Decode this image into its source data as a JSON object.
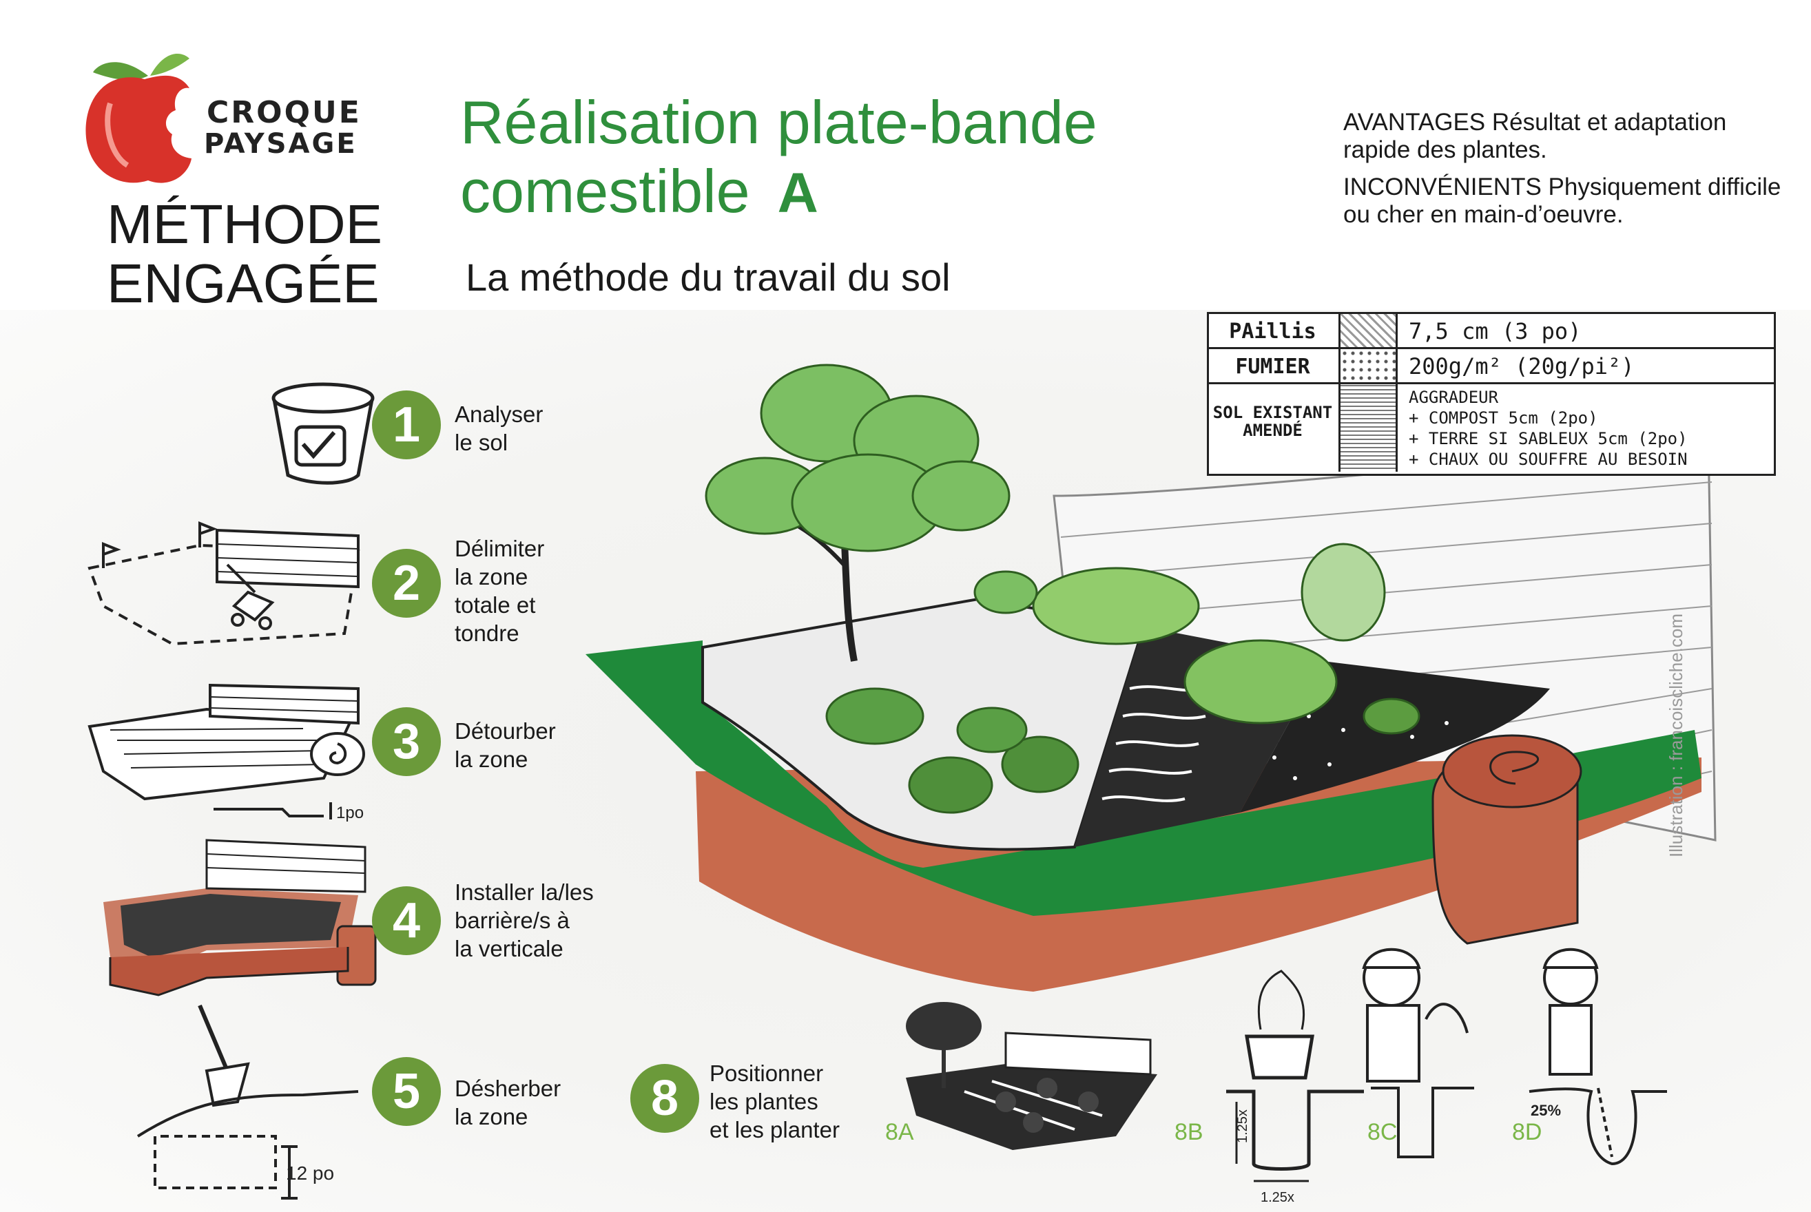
{
  "logo": {
    "line1": "CROQUE",
    "line2": "PAYSAGE"
  },
  "method": {
    "line1": "MÉTHODE",
    "line2": "ENGAGÉE"
  },
  "title": {
    "line1": "Réalisation plate-bande",
    "line2": "comestible",
    "letter": "A"
  },
  "subtitle": "La méthode du travail du sol",
  "pros": {
    "advantages": "AVANTAGES Résultat et adaptation rapide des plantes.",
    "drawbacks": "INCONVÉNIENTS Physiquement difficile ou cher en main-d’oeuvre."
  },
  "legend": {
    "rows": [
      {
        "name": "PAillis",
        "value": "7,5 cm (3 po)"
      },
      {
        "name": "FUMIER",
        "value": "200g/m² (20g/pi²)"
      },
      {
        "name": "SOL EXISTANT AMENDÉ",
        "lines": [
          "AGGRADEUR",
          "+ COMPOST 5cm (2po)",
          "+ TERRE SI SABLEUX 5cm (2po)",
          "+ CHAUX OU SOUFFRE AU BESOIN"
        ]
      }
    ]
  },
  "steps": [
    {
      "num": "1",
      "lines": [
        "Analyser",
        "le sol"
      ]
    },
    {
      "num": "2",
      "lines": [
        "Délimiter",
        "la zone",
        "totale et",
        "tondre"
      ]
    },
    {
      "num": "3",
      "lines": [
        "Détourber",
        "la zone"
      ]
    },
    {
      "num": "4",
      "lines": [
        "Installer la/les",
        "barrière/s à",
        "la verticale"
      ]
    },
    {
      "num": "5",
      "lines": [
        "Désherber",
        "la zone"
      ]
    },
    {
      "num": "8",
      "lines": [
        "Positionner",
        "les plantes",
        "et les planter"
      ]
    }
  ],
  "annotations": {
    "depth3": "1po",
    "depth5": "12 po",
    "ratio_v": "1.25x",
    "ratio_h": "1.25x",
    "slope": "25%"
  },
  "substeps": [
    "8A",
    "8B",
    "8C",
    "8D"
  ],
  "credit": "Illustration : francoiscliche.com",
  "colors": {
    "green_title": "#2f8f3c",
    "badge": "#6b9a3a",
    "barrier": "#c2664a",
    "fabric": "#1f8a3a"
  }
}
